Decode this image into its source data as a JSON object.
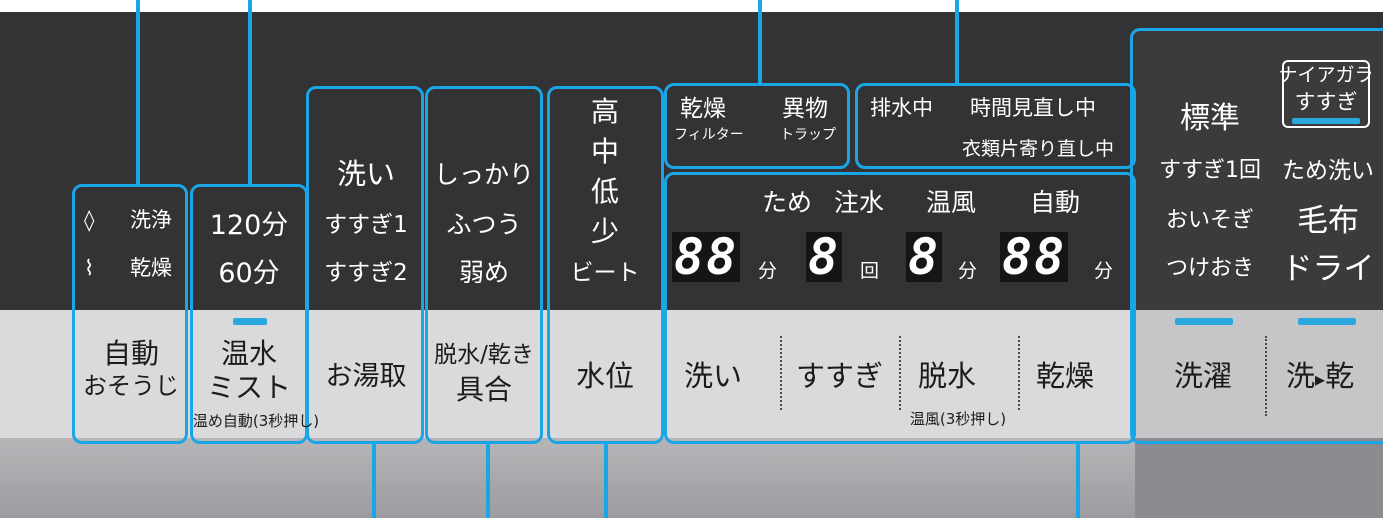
{
  "panel": {
    "clean_group": {
      "mode1": "洗浄",
      "mode2": "乾燥",
      "button_line1": "自動",
      "button_line2": "おそうじ"
    },
    "mist_group": {
      "time1": "120分",
      "time2": "60分",
      "button_line1": "温水",
      "button_line2": "ミスト",
      "hold_note": "温め自動(3秒押し)"
    },
    "water_take_group": {
      "opt1": "洗い",
      "opt2": "すすぎ1",
      "opt3": "すすぎ2",
      "button_label": "お湯取"
    },
    "spin_group": {
      "opt1": "しっかり",
      "opt2": "ふつう",
      "opt3": "弱め",
      "button_line1": "脱水/乾き",
      "button_line2": "具合"
    },
    "level_group": {
      "opt1": "高",
      "opt2": "中",
      "opt3": "低",
      "opt4": "少",
      "opt5": "ビート",
      "button_label": "水位"
    },
    "indicators": {
      "dry_filter_line1": "乾燥",
      "dry_filter_line2": "フィルター",
      "trap_line1": "異物",
      "trap_line2": "トラップ",
      "draining": "排水中",
      "time_review": "時間見直し中",
      "clothes_shift": "衣類片寄り直し中"
    },
    "display": {
      "hdr_tame": "ため",
      "hdr_water": "注水",
      "hdr_warm": "温風",
      "hdr_auto": "自動",
      "seg1": "88",
      "unit1": "分",
      "seg2": "8",
      "unit2": "回",
      "seg3": "8",
      "unit3": "分",
      "seg4": "88",
      "unit4": "分",
      "btn_wash": "洗い",
      "btn_rinse": "すすぎ",
      "btn_spin": "脱水",
      "btn_dry": "乾燥",
      "spin_note": "温風(3秒押し)"
    },
    "courses": {
      "plate_line1": "ナイアガラ",
      "plate_line2": "すすぎ",
      "left1": "標準",
      "left2": "すすぎ1回",
      "left3": "おいそぎ",
      "left4": "つけおき",
      "right1": "ため洗い",
      "right2": "毛布",
      "right3": "ドライ",
      "btn_wash": "洗濯",
      "btn_wash_dry_a": "洗",
      "btn_wash_dry_arrow": "▸",
      "btn_wash_dry_b": "乾"
    }
  },
  "colors": {
    "accent": "#1aa6e6",
    "indicator": "#29a8e0",
    "panel_dark": "#333335",
    "panel_light": "#dadadc"
  }
}
